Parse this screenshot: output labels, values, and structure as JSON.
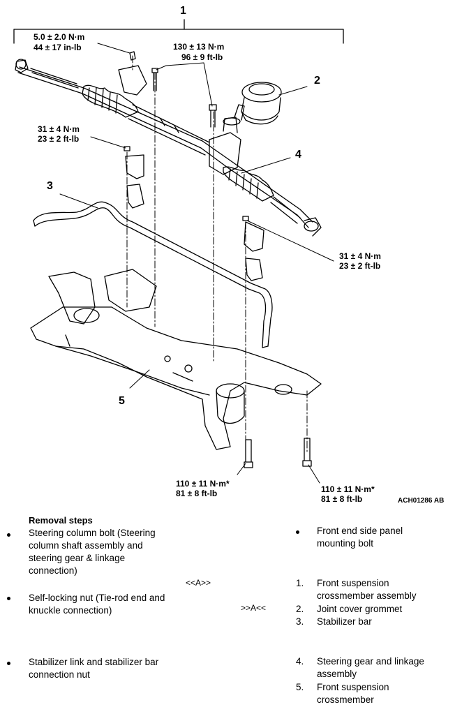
{
  "callouts": {
    "n1": "1",
    "n2": "2",
    "n3": "3",
    "n4": "4",
    "n5": "5",
    "t_top_left_a": "5.0 ± 2.0 N·m",
    "t_top_left_b": "44 ± 17 in-lb",
    "t_top_mid_a": "130 ± 13 N·m",
    "t_top_mid_b": "96 ± 9 ft-lb",
    "t_left_a": "31 ± 4 N·m",
    "t_left_b": "23 ± 2 ft-lb",
    "t_right_a": "31 ± 4 N·m",
    "t_right_b": "23 ± 2 ft-lb",
    "t_bot_left_a": "110 ± 11 N·m*",
    "t_bot_left_b": "81 ± 8 ft-lb",
    "t_bot_right_a": "110 ± 11 N·m*",
    "t_bot_right_b": "81 ± 8 ft-lb",
    "figure_code": "ACH01286 AB"
  },
  "steps": {
    "title": "Removal steps",
    "left": [
      "Steering column bolt (Steering column shaft assembly and steering gear & linkage connection)",
      "Self-locking nut (Tie-rod end and knuckle connection)",
      "Stabilizer link and stabilizer bar connection nut"
    ],
    "marks": [
      "<<A>>",
      ">>A<<"
    ],
    "right_bullet": "Front end side panel mounting bolt",
    "numbered": [
      {
        "n": "1.",
        "text": "Front suspension crossmember assembly"
      },
      {
        "n": "2.",
        "text": "Joint cover grommet"
      },
      {
        "n": "3.",
        "text": "Stabilizer bar"
      },
      {
        "n": "4.",
        "text": "Steering gear and linkage assembly"
      },
      {
        "n": "5.",
        "text": "Front suspension crossmember"
      }
    ]
  }
}
